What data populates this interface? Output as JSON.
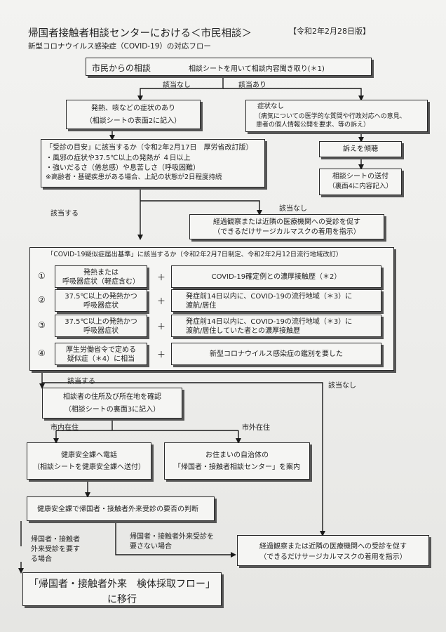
{
  "header": {
    "title": "帰国者接触者相談センターにおける＜市民相談＞",
    "subtitle": "新型コロナウイルス感染症（COVID-19）の対応フロー",
    "version": "【令和2年2月28日版】"
  },
  "start": {
    "main": "市民からの相談",
    "sub": "相談シートを用いて相談内容聞き取り(＊1)"
  },
  "branch1": {
    "left": "該当なし",
    "right": "該当あり"
  },
  "symptom_yes": {
    "line1": "発熱、咳などの症状のあり",
    "line2": "（相談シートの表面2に記入）"
  },
  "symptom_no": {
    "line1": "症状なし",
    "line2": "（病気についての医学的な質問や行政対応への意見、",
    "line3": "患者の個人情報公開を要求、等の訴え）"
  },
  "listen": "訴えを傾聴",
  "send_sheet": {
    "line1": "相談シートの送付",
    "line2": "（裏面4に内容記入）"
  },
  "criteria1": {
    "line1": "「受診の目安」に該当するか（令和2年2月17日　厚労省改訂版）",
    "line2": "・風邪の症状や37.5℃以上の発熱が ４日以上",
    "line3": "・強いだるさ（倦怠感）や息苦しさ（呼吸困難）",
    "line4": "※高齢者・基礎疾患がある場合、上記の状態が2日程度持続"
  },
  "branch2": {
    "yes": "該当する",
    "no": "該当なし"
  },
  "observe1": {
    "line1": "経過観察または近隣の医療機関への受診を促す",
    "line2": "（できるだけサージカルマスクの着用を指示）"
  },
  "criteria2": {
    "title": "「COVID-19疑似症届出基準」に該当するか（令和2年2月7日制定、令和2年2月12日流行地域改訂）",
    "rows": [
      {
        "num": "①",
        "left1": "発熱または",
        "left2": "呼吸器症状（軽症含む）",
        "plus": "＋",
        "right1": "COVID-19確定例との濃厚接触歴（＊2）",
        "right2": ""
      },
      {
        "num": "②",
        "left1": "37.5℃以上の発熱かつ",
        "left2": "呼吸器症状",
        "plus": "＋",
        "right1": "発症前14日以内に、COVID-19の流行地域（＊3）に",
        "right2": "渡航/居住"
      },
      {
        "num": "③",
        "left1": "37.5℃以上の発熱かつ",
        "left2": "呼吸器症状",
        "plus": "＋",
        "right1": "発症前14日以内に、COVID-19の流行地域（＊3）に",
        "right2": "渡航/居住していた者との濃厚接触歴"
      },
      {
        "num": "④",
        "left1": "厚生労働省令で定める",
        "left2": "疑似症（＊4）に相当",
        "plus": "＋",
        "right1": "新型コロナウイルス感染症の鑑別を要した",
        "right2": ""
      }
    ]
  },
  "branch3": {
    "yes": "該当する",
    "no": "該当なし"
  },
  "address": {
    "line1": "相談者の住所及び所在地を確認",
    "line2": "（相談シートの裏面3に記入）"
  },
  "branch4": {
    "in_city": "市内在住",
    "out_city": "市外在住"
  },
  "health_call": {
    "line1": "健康安全課へ電話",
    "line2": "（相談シートを健康安全課へ送付）"
  },
  "other_city": {
    "line1": "お住まいの自治体の",
    "line2": "「帰国者・接触者相談センター」を案内"
  },
  "judge": "健康安全課で帰国者・接触者外来受診の要否の判断",
  "branch5": {
    "need1": "帰国者・接触者",
    "need2": "外来受診を要す",
    "need3": "る場合",
    "noneed1": "帰国者・接触者外来受診を",
    "noneed2": "要さない場合"
  },
  "observe2": {
    "line1": "経過観察または近隣の医療機関への受診を促す",
    "line2": "（できるだけサージカルマスクの着用を指示）"
  },
  "final": {
    "line1": "「帰国者・接触者外来　検体採取フロー」",
    "line2": "に移行"
  }
}
